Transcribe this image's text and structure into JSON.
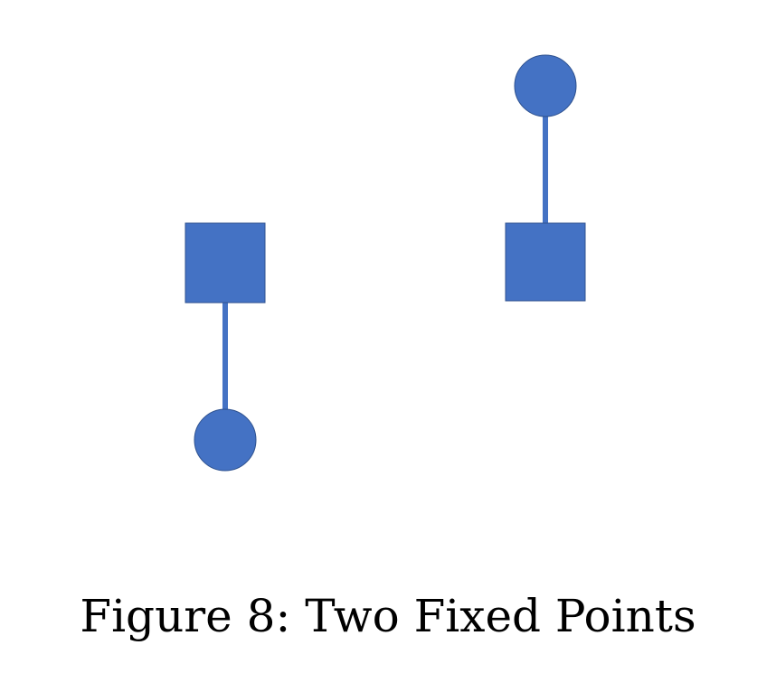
{
  "caption": "Figure 8: Two Fixed Points",
  "colors": {
    "shape_fill": "#4472C4",
    "shape_stroke": "#2F528F",
    "rod": "#4472C4"
  },
  "pendulums": [
    {
      "name": "hanging-down",
      "bob_position": "below"
    },
    {
      "name": "inverted-up",
      "bob_position": "above"
    }
  ]
}
